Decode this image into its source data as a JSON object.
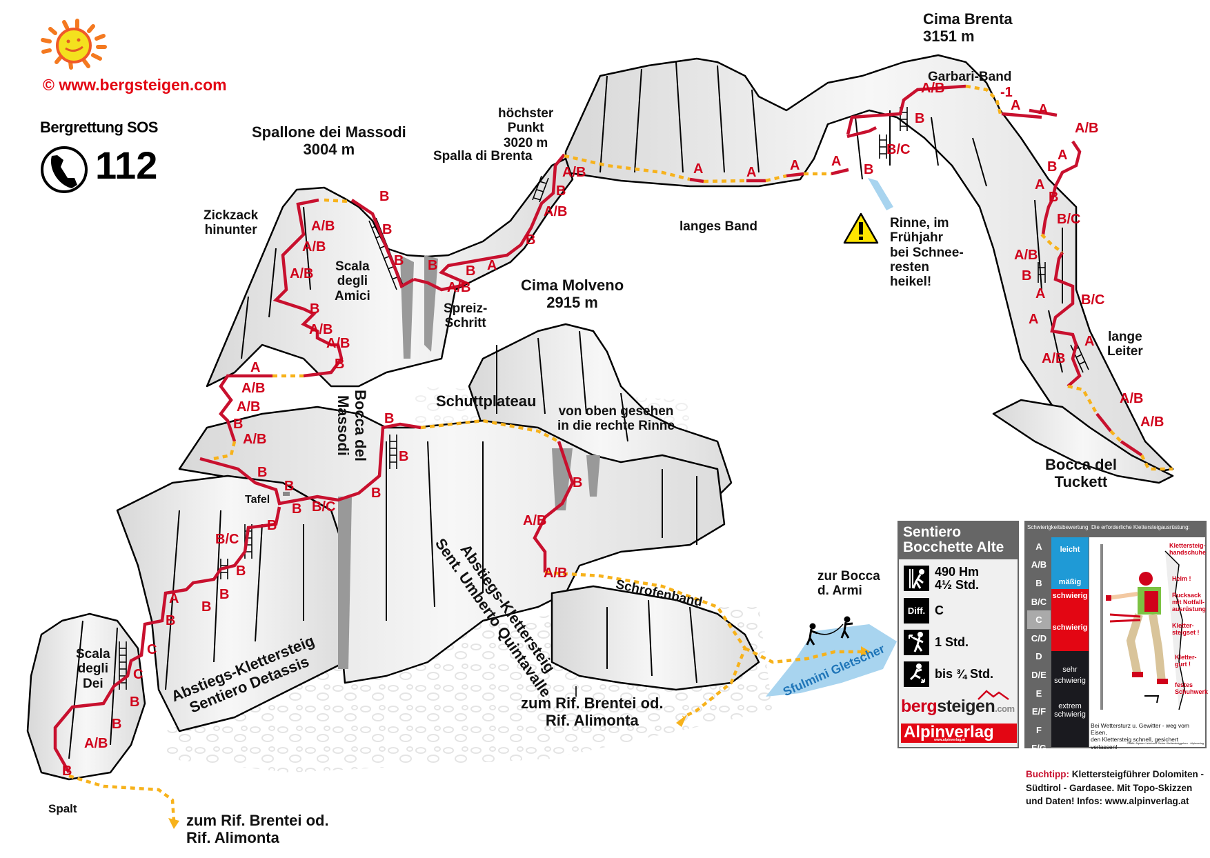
{
  "header": {
    "copyright": "© www.bergsteigen.com",
    "sos_title": "Bergrettung SOS",
    "sos_number": "112",
    "icons": [
      "sun-logo-icon",
      "phone-icon"
    ]
  },
  "colors": {
    "route_red": "#c8102e",
    "grade_red": "#d0021b",
    "path_yellow": "#f7b21b",
    "glacier_blue": "#a8d4ef",
    "brand_red": "#e30613",
    "rock_grey": "#e6e6e6"
  },
  "peaks": [
    {
      "name": "Cima Brenta",
      "elevation": "3151 m"
    },
    {
      "name": "Spallone dei Massodi",
      "elevation": "3004 m"
    },
    {
      "name": "Cima Molveno",
      "elevation": "2915 m"
    },
    {
      "name": "höchster Punkt",
      "elevation": "3020 m",
      "sub": "Punkt"
    }
  ],
  "labels": {
    "hoechster": "höchster",
    "punkt": "Punkt",
    "hoechster_elev": "3020 m",
    "spalla": "Spalla di Brenta",
    "garbari": "Garbari-Band",
    "langes_band": "langes Band",
    "rinne_1": "Rinne, im",
    "rinne_2": "Frühjahr",
    "rinne_3": "bei Schnee-",
    "rinne_4": "resten",
    "rinne_5": "heikel!",
    "lange_1": "lange",
    "lange_2": "Leiter",
    "tuckett_1": "Bocca del",
    "tuckett_2": "Tuckett",
    "zickzack_1": "Zickzack",
    "zickzack_2": "hinunter",
    "amici_1": "Scala",
    "amici_2": "degli",
    "amici_3": "Amici",
    "spreiz_1": "Spreiz-",
    "spreiz_2": "Schritt",
    "massodi_1": "Bocca del",
    "massodi_2": "Massodi",
    "schuttplateau": "Schuttplateau",
    "vonoben_1": "von oben gesehen",
    "vonoben_2": "in die rechte Rinne",
    "tafel": "Tafel",
    "dei_1": "Scala",
    "dei_2": "degli",
    "dei_3": "Dei",
    "detassis_1": "Abstiegs-Klettersteig",
    "detassis_2": "Sentiero Detassis",
    "quintavalle_1": "Abstiegs-Klettersteig",
    "quintavalle_2": "Sent. Umberto Quintavalle",
    "schrofenband": "Schrofenband",
    "armi_1": "zur Bocca",
    "armi_2": "d. Armi",
    "gletscher": "Sfulmini Gletscher",
    "rif_mid_1": "zum Rif. Brentei od.",
    "rif_mid_2": "Rif. Alimonta",
    "rif_low_1": "zum Rif. Brentei od.",
    "rif_low_2": "Rif. Alimonta",
    "spalt": "Spalt"
  },
  "grades": {
    "cima_brenta": [
      "A/B",
      "-1",
      "A",
      "A",
      "B",
      "B/C",
      "A/B",
      "B",
      "A",
      "A",
      "B",
      "B/C"
    ],
    "langes_band": [
      "A",
      "A",
      "A",
      "A",
      "B",
      "A/B"
    ],
    "spalla": [
      "B",
      "A/B",
      "B",
      "A"
    ],
    "massodi_top": [
      "B",
      "B",
      "B",
      "B",
      "B",
      "A/B",
      "A/B",
      "A/B",
      "A/B",
      "B",
      "A/B",
      "A/B",
      "B"
    ],
    "mid": [
      "A",
      "A/B",
      "A/B",
      "B",
      "A/B",
      "B",
      "B",
      "B",
      "B/C",
      "B",
      "B",
      "B",
      "B"
    ],
    "lower": [
      "B/C",
      "B",
      "B",
      "B",
      "A",
      "B",
      "C",
      "C",
      "B",
      "B",
      "A/B",
      "B"
    ],
    "quintavalle": [
      "B",
      "A/B",
      "A/B"
    ],
    "tuckett": [
      "A/B",
      "B",
      "A",
      "A",
      "B/C",
      "A",
      "A/B",
      "A/B",
      "A/B"
    ]
  },
  "info_card": {
    "title_1": "Sentiero",
    "title_2": "Bocchette Alte",
    "height": "490 Hm",
    "duration": "4½ Std.",
    "diff_label": "Diff.",
    "diff_value": "C",
    "approach": "1 Std.",
    "descent": "bis ¾ Std.",
    "brand_1a": "berg",
    "brand_1b": "steigen",
    "brand_1c": ".com",
    "brand_2": "Alpinverlag",
    "brand_2_url": "www.alpinverlag.at",
    "icons": [
      "climber-icon",
      "ascent-hiker-icon",
      "descent-hiker-icon"
    ]
  },
  "grade_table": {
    "title_left": "Schwierigkeitsbewertung",
    "title_right": "Die erforderliche Klettersteigausrüstung:",
    "grades": [
      "A",
      "A/B",
      "B",
      "B/C",
      "C",
      "C/D",
      "D",
      "D/E",
      "E",
      "E/F",
      "F",
      "F/G"
    ],
    "selected": "C",
    "bands": [
      {
        "label_1": "leicht",
        "label_2": "mäßig",
        "color": "#1f9ad6"
      },
      {
        "label_1": "schwierig",
        "label_2": "schwierig",
        "color": "#e30613"
      },
      {
        "label_1": "sehr",
        "label_2": "schwierig",
        "color": "#1a1a1f"
      },
      {
        "label_1": "extrem",
        "label_2": "schwierig",
        "color": "#1a1a1f"
      }
    ],
    "gear": [
      "Klettersteig-",
      "handschuhe",
      "Helm !",
      "Rucksack",
      "mit Notfall-",
      "ausrüstung",
      "Kletter-",
      "steigset !",
      "Kletter-",
      "gurt !",
      "festes",
      "Schuhwerk"
    ],
    "warning_1": "Bei Wettersturz u. Gewitter - weg vom Eisen,",
    "warning_2": "den Klettersteig schnell, gesichert verlassen!",
    "credit": "Grafik: Alpines Lehrbuch Sicher Klettersteiggehen - Alpinverlag"
  },
  "buchtipp": {
    "label": "Buchtipp:",
    "text_1": "Klettersteigführer Dolomiten -",
    "text_2": "Südtirol - Gardasee. Mit Topo-Skizzen",
    "text_3": "und Daten!  Infos: www.alpinverlag.at"
  }
}
